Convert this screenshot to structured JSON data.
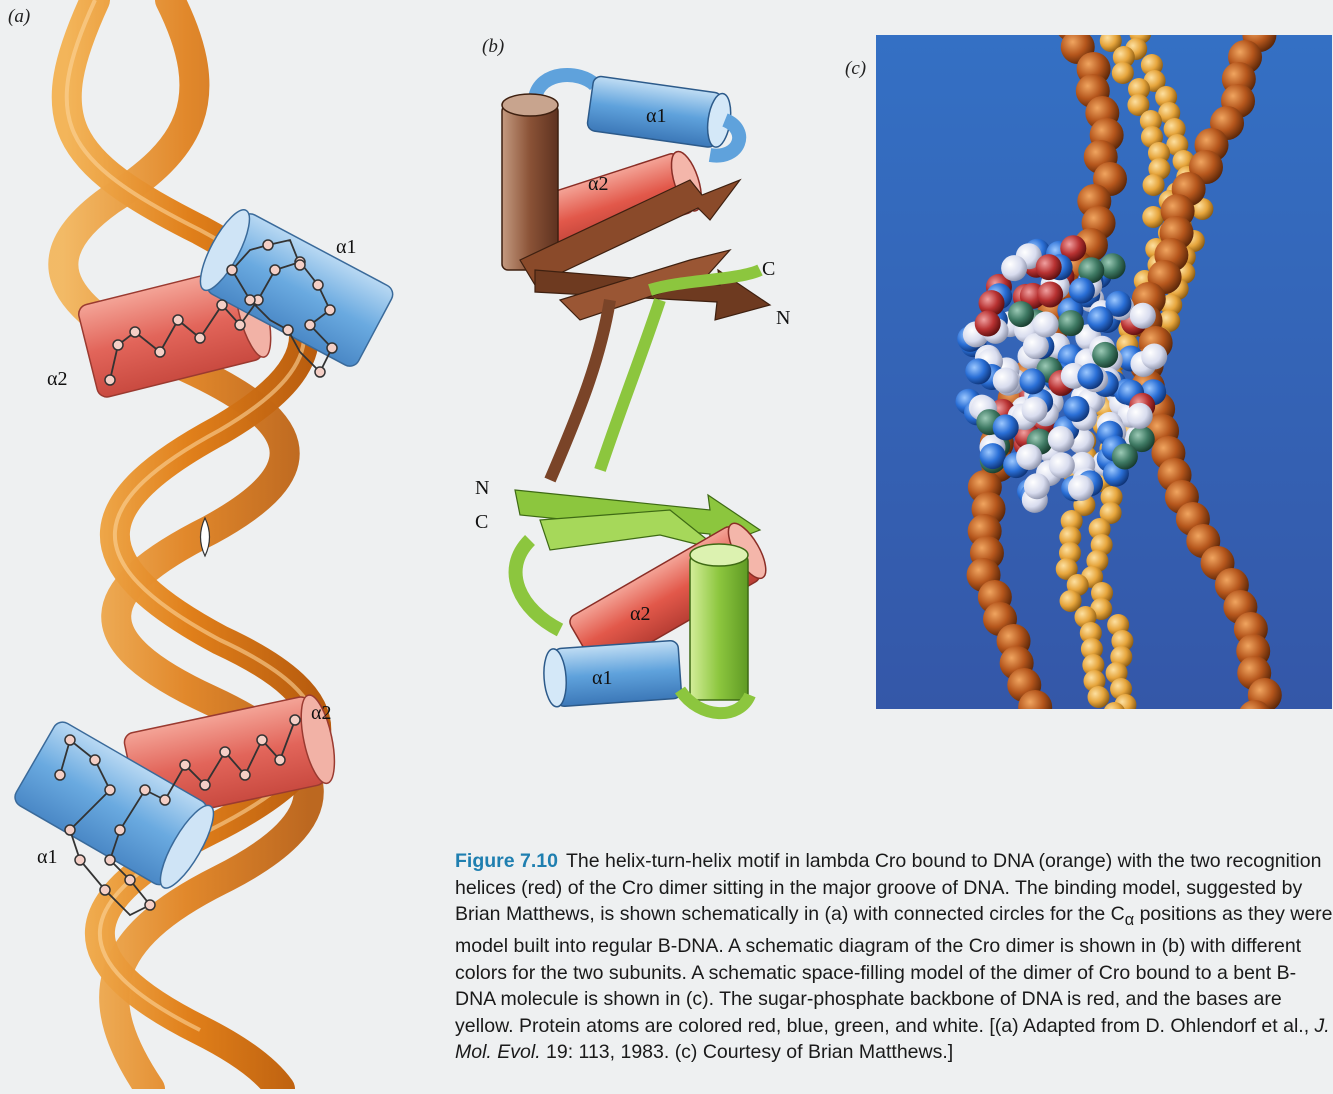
{
  "panels": {
    "a": {
      "letter": "(a)",
      "labels": {
        "alpha1_top": "α1",
        "alpha2_top": "α2",
        "alpha2_bottom": "α2",
        "alpha1_bottom": "α1"
      }
    },
    "b": {
      "letter": "(b)",
      "labels": {
        "alpha1_top": "α1",
        "alpha2_top": "α2",
        "c_top": "C",
        "n_top": "N",
        "n_mid": "N",
        "c_mid": "C",
        "alpha2_bottom": "α2",
        "alpha1_bottom": "α1"
      }
    },
    "c": {
      "letter": "(c)"
    }
  },
  "caption": {
    "figure_label": "Figure 7.10",
    "text_1": "The helix-turn-helix motif in lambda Cro bound to DNA (orange) with the two recognition helices (red) of the Cro dimer sitting in the major groove of DNA. The binding model, suggested by Brian Matthews, is shown schematically in (a) with connected circles for the C",
    "subscript": "α",
    "text_2": " positions as they were model built into regular B-DNA. A schematic diagram of the Cro dimer is shown in (b) with different colors for the two subunits. A schematic space-filling model of the dimer of Cro bound to a bent B-DNA molecule is shown in (c). The sugar-phosphate backbone of DNA is red, and the bases are yellow. Protein atoms are colored red, blue, green, and white. [(a) Adapted from D. Ohlendorf et al., ",
    "journal": "J. Mol. Evol.",
    "text_3": " 19: 113, 1983. (c) Courtesy of Brian Matthews.]"
  },
  "colors": {
    "dna_orange": "#e08a1e",
    "helix_red": "#e0584a",
    "helix_blue": "#4f9ad8",
    "protein_brown": "#8a4a2a",
    "protein_green": "#8cc63e",
    "backbone_red": "#a0481a",
    "base_yellow": "#e5a63a",
    "caption_blue": "#1f7fb0",
    "background_blue": "#3a66b6"
  }
}
